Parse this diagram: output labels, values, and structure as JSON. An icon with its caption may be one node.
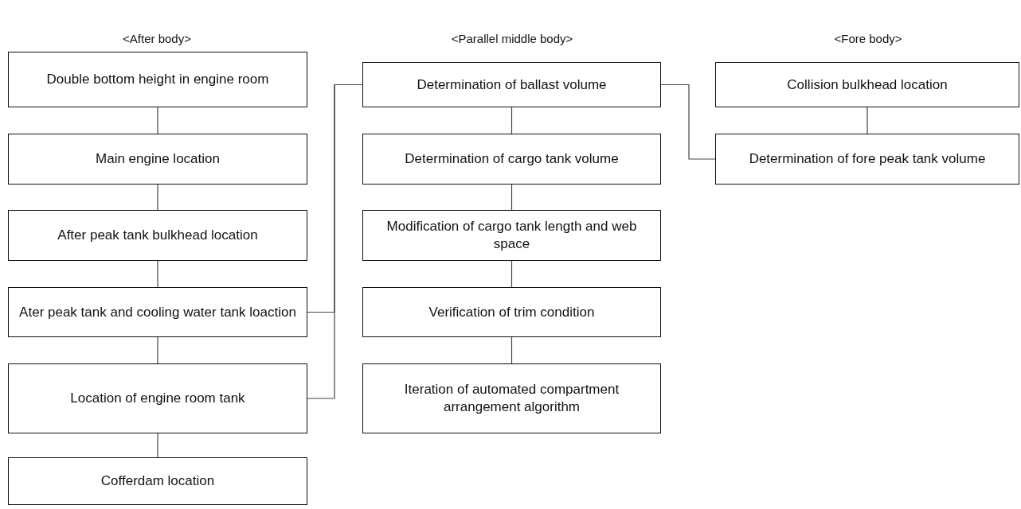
{
  "diagram": {
    "nodes": [
      {
        "text": [
          "Double bottom height in engine room"
        ]
      },
      {
        "text": [
          "Main engine location"
        ]
      },
      {
        "text": [
          "After peak tank bulkhead location"
        ]
      },
      {
        "text": [
          "Ater peak tank and cooling water tank loaction"
        ]
      },
      {
        "text": [
          "Location of engine room tank"
        ]
      },
      {
        "text": [
          "Cofferdam location"
        ]
      },
      {
        "text": [
          "Determination of ballast volume"
        ]
      },
      {
        "text": [
          "Determination of cargo tank volume"
        ]
      },
      {
        "text": [
          "Modification of cargo tank length and web space"
        ]
      },
      {
        "text": [
          "Verification of trim condition"
        ]
      },
      {
        "text": [
          "Iteration of automated compartment arrangement algorithm"
        ]
      },
      {
        "text": [
          "Collision bulkhead location"
        ]
      },
      {
        "text": [
          "Determination of fore peak tank volume"
        ]
      }
    ],
    "edges": [
      {
        "from": 0,
        "to": 1,
        "arrow": "none"
      },
      {
        "from": 1,
        "to": 2,
        "arrow": "none"
      },
      {
        "from": 2,
        "to": 3,
        "arrow": "none"
      },
      {
        "from": 3,
        "to": 4,
        "arrow": "none"
      },
      {
        "from": 4,
        "to": 5,
        "arrow": "none"
      },
      {
        "from": 3,
        "to": 6,
        "arrow": "none"
      },
      {
        "from": 4,
        "to": 6,
        "arrow": "none"
      },
      {
        "from": 6,
        "to": 7,
        "arrow": "none"
      },
      {
        "from": 7,
        "to": 8,
        "arrow": "none"
      },
      {
        "from": 8,
        "to": 9,
        "arrow": "none"
      },
      {
        "from": 9,
        "to": 10,
        "arrow": "none"
      },
      {
        "from": 6,
        "to": 12,
        "arrow": "none"
      },
      {
        "from": 11,
        "to": 12,
        "arrow": "none"
      }
    ],
    "labels": [
      "<After body>",
      "<Parallel middle body>",
      "<Fore body>"
    ]
  }
}
